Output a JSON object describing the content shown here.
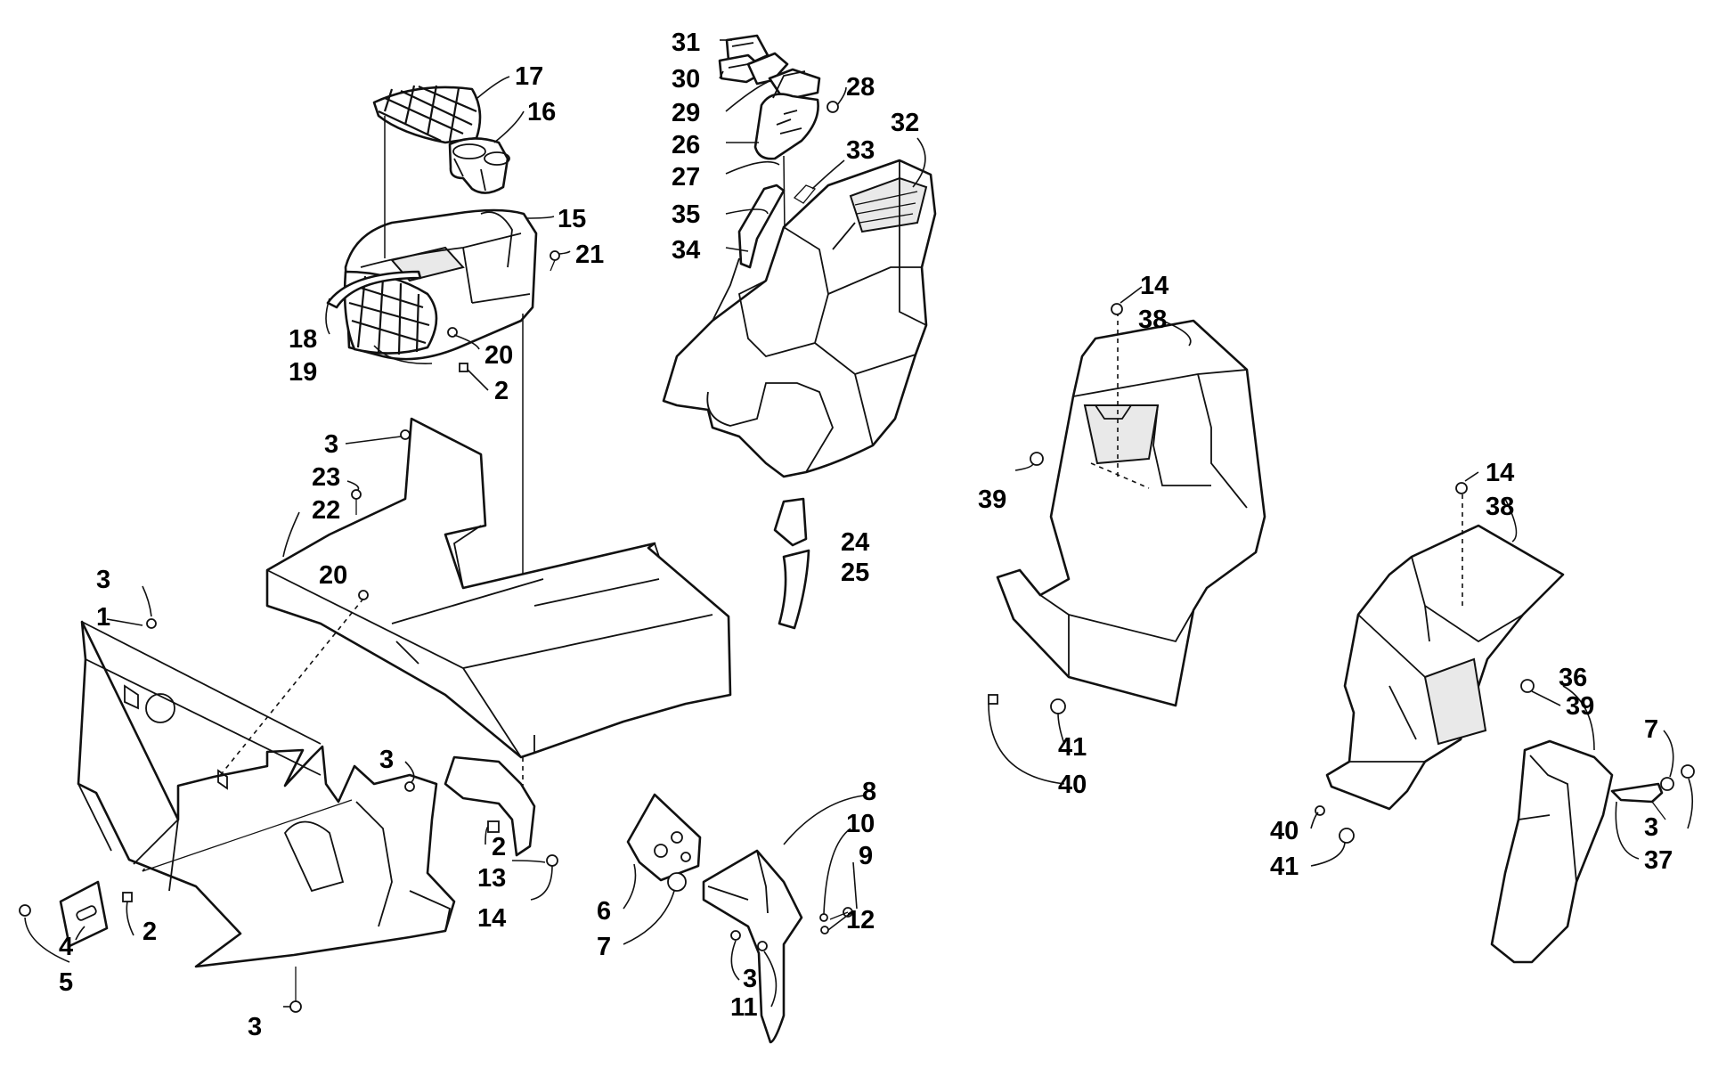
{
  "diagram": {
    "type": "exploded parts diagram",
    "callouts": [
      {
        "id": "c17",
        "label": "17"
      },
      {
        "id": "c16",
        "label": "16"
      },
      {
        "id": "c15",
        "label": "15"
      },
      {
        "id": "c21",
        "label": "21"
      },
      {
        "id": "c18",
        "label": "18"
      },
      {
        "id": "c19",
        "label": "19"
      },
      {
        "id": "c20a",
        "label": "20"
      },
      {
        "id": "c2a",
        "label": "2"
      },
      {
        "id": "c31",
        "label": "31"
      },
      {
        "id": "c30",
        "label": "30"
      },
      {
        "id": "c28",
        "label": "28"
      },
      {
        "id": "c29",
        "label": "29"
      },
      {
        "id": "c26",
        "label": "26"
      },
      {
        "id": "c32",
        "label": "32"
      },
      {
        "id": "c27",
        "label": "27"
      },
      {
        "id": "c33",
        "label": "33"
      },
      {
        "id": "c35",
        "label": "35"
      },
      {
        "id": "c34",
        "label": "34"
      },
      {
        "id": "c3a",
        "label": "3"
      },
      {
        "id": "c23",
        "label": "23"
      },
      {
        "id": "c22",
        "label": "22"
      },
      {
        "id": "c24",
        "label": "24"
      },
      {
        "id": "c25",
        "label": "25"
      },
      {
        "id": "c20b",
        "label": "20"
      },
      {
        "id": "c3b",
        "label": "3"
      },
      {
        "id": "c1",
        "label": "1"
      },
      {
        "id": "c3c",
        "label": "3"
      },
      {
        "id": "c2b",
        "label": "2"
      },
      {
        "id": "c13",
        "label": "13"
      },
      {
        "id": "c14a",
        "label": "14"
      },
      {
        "id": "c4",
        "label": "4"
      },
      {
        "id": "c2c",
        "label": "2"
      },
      {
        "id": "c5",
        "label": "5"
      },
      {
        "id": "c3d",
        "label": "3"
      },
      {
        "id": "c6",
        "label": "6"
      },
      {
        "id": "c7a",
        "label": "7"
      },
      {
        "id": "c8",
        "label": "8"
      },
      {
        "id": "c10",
        "label": "10"
      },
      {
        "id": "c9",
        "label": "9"
      },
      {
        "id": "c12",
        "label": "12"
      },
      {
        "id": "c3e",
        "label": "3"
      },
      {
        "id": "c11",
        "label": "11"
      },
      {
        "id": "c14b",
        "label": "14"
      },
      {
        "id": "c38a",
        "label": "38"
      },
      {
        "id": "c39a",
        "label": "39"
      },
      {
        "id": "c41a",
        "label": "41"
      },
      {
        "id": "c40a",
        "label": "40"
      },
      {
        "id": "c14c",
        "label": "14"
      },
      {
        "id": "c38b",
        "label": "38"
      },
      {
        "id": "c39b",
        "label": "39"
      },
      {
        "id": "c36",
        "label": "36"
      },
      {
        "id": "c7b",
        "label": "7"
      },
      {
        "id": "c3f",
        "label": "3"
      },
      {
        "id": "c37",
        "label": "37"
      },
      {
        "id": "c40b",
        "label": "40"
      },
      {
        "id": "c41b",
        "label": "41"
      }
    ]
  }
}
